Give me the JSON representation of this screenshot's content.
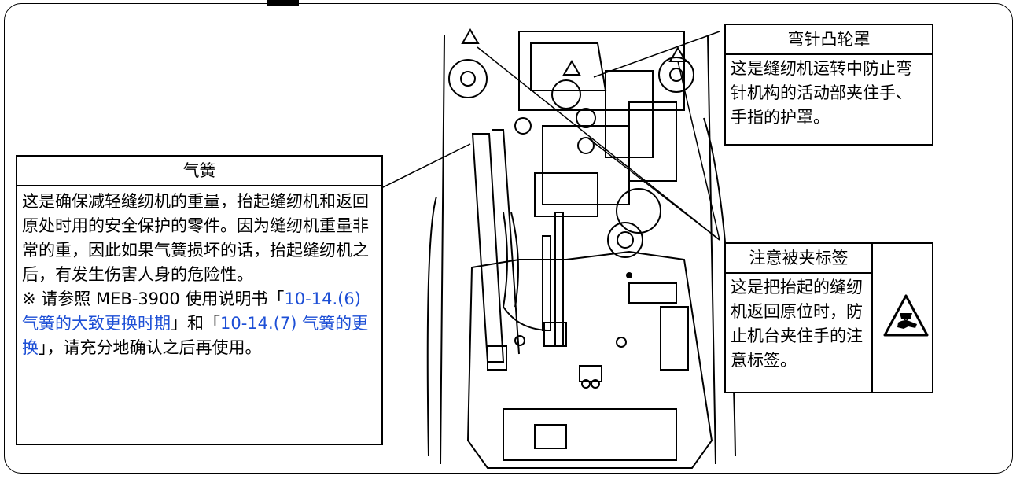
{
  "gas_spring": {
    "title": "气簧",
    "body": "这是确保减轻缝纫机的重量，抬起缝纫机和返回原处时用的安全保护的零件。因为缝纫机重量非常的重，因此如果气簧损坏的话，抬起缝纫机之后，有发生伤害人身的危险性。",
    "note_prefix": "※ 请参照 MEB-3900 使用说明书「",
    "note_link1": "10-14.(6) 气簧的大致更换时期",
    "note_mid": "」和「",
    "note_link2": "10-14.(7) 气簧的更换",
    "note_suffix": "」，请充分地确认之后再使用。"
  },
  "looper_cam_cover": {
    "title": "弯针凸轮罩",
    "body": "这是缝纫机运转中防止弯针机构的活动部夹住手、手指的护罩。"
  },
  "caution_label": {
    "title": "注意被夹标签",
    "body": "这是把抬起的缝纫机返回原位时，防止机台夹住手的注意标签。",
    "icon": "hand-pinch-warning-icon"
  },
  "colors": {
    "link": "#1d4fd6",
    "line": "#000000"
  }
}
